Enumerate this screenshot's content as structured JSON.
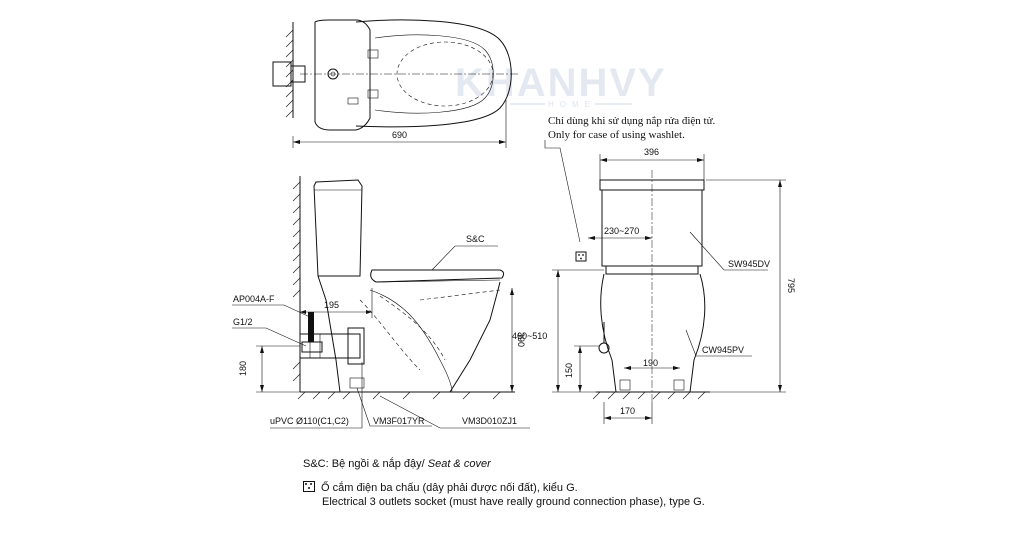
{
  "watermark": {
    "brand": "KHANHVY",
    "sub": "HOME"
  },
  "top_view": {
    "width_dim": "690"
  },
  "side_view": {
    "labels": {
      "sc": "S&C",
      "ap004a": "AP004A-F",
      "g12": "G1/2",
      "upvc": "uPVC Ø110(C1,C2)",
      "vm3f": "VM3F017YR",
      "vm3d": "VM3D010ZJ1"
    },
    "dims": {
      "d195": "195",
      "d390": "390",
      "d180": "180"
    }
  },
  "front_view": {
    "washlet_note_vi": "Chỉ dùng khi sử dụng nắp rửa điện tử.",
    "washlet_note_en": "Only for case of using washlet.",
    "labels": {
      "sw945dv": "SW945DV",
      "cw945pv": "CW945PV"
    },
    "dims": {
      "d396": "396",
      "d230_270": "230~270",
      "d795": "795",
      "d460_510": "460~510",
      "d190": "190",
      "d150": "150",
      "d170": "170"
    }
  },
  "legend": {
    "sc_prefix": "S&C: Bệ ngồi & nắp đậy/ ",
    "sc_italic": "Seat & cover",
    "socket_vi": "Ổ cắm điện ba chấu (dây phải được nối đất), kiểu G.",
    "socket_en": "Electrical 3 outlets socket (must have really ground connection phase), type G."
  }
}
